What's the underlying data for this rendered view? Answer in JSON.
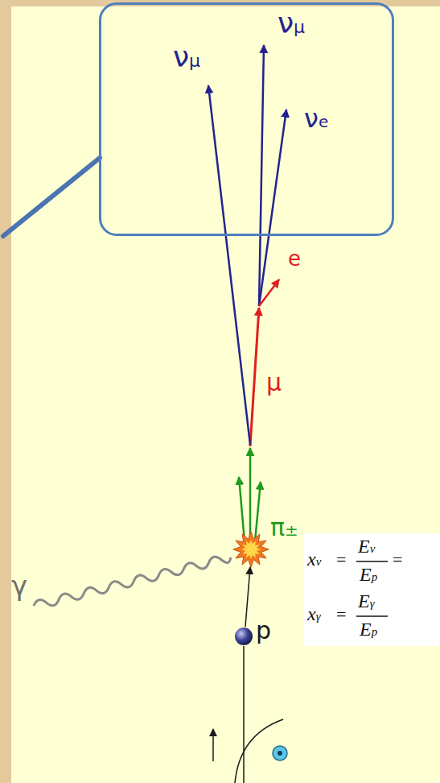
{
  "diagram": {
    "nodes": [
      {
        "text": [
          "νμ",
          "νμ",
          "νe"
        ]
      },
      {
        "text": [
          "xν",
          "=",
          "Eν",
          "Ep",
          "=",
          "xγ",
          "=",
          "Eγ",
          "Ep"
        ]
      }
    ],
    "labels": [
      "e",
      "μ",
      "π±",
      "γ",
      "p"
    ]
  }
}
